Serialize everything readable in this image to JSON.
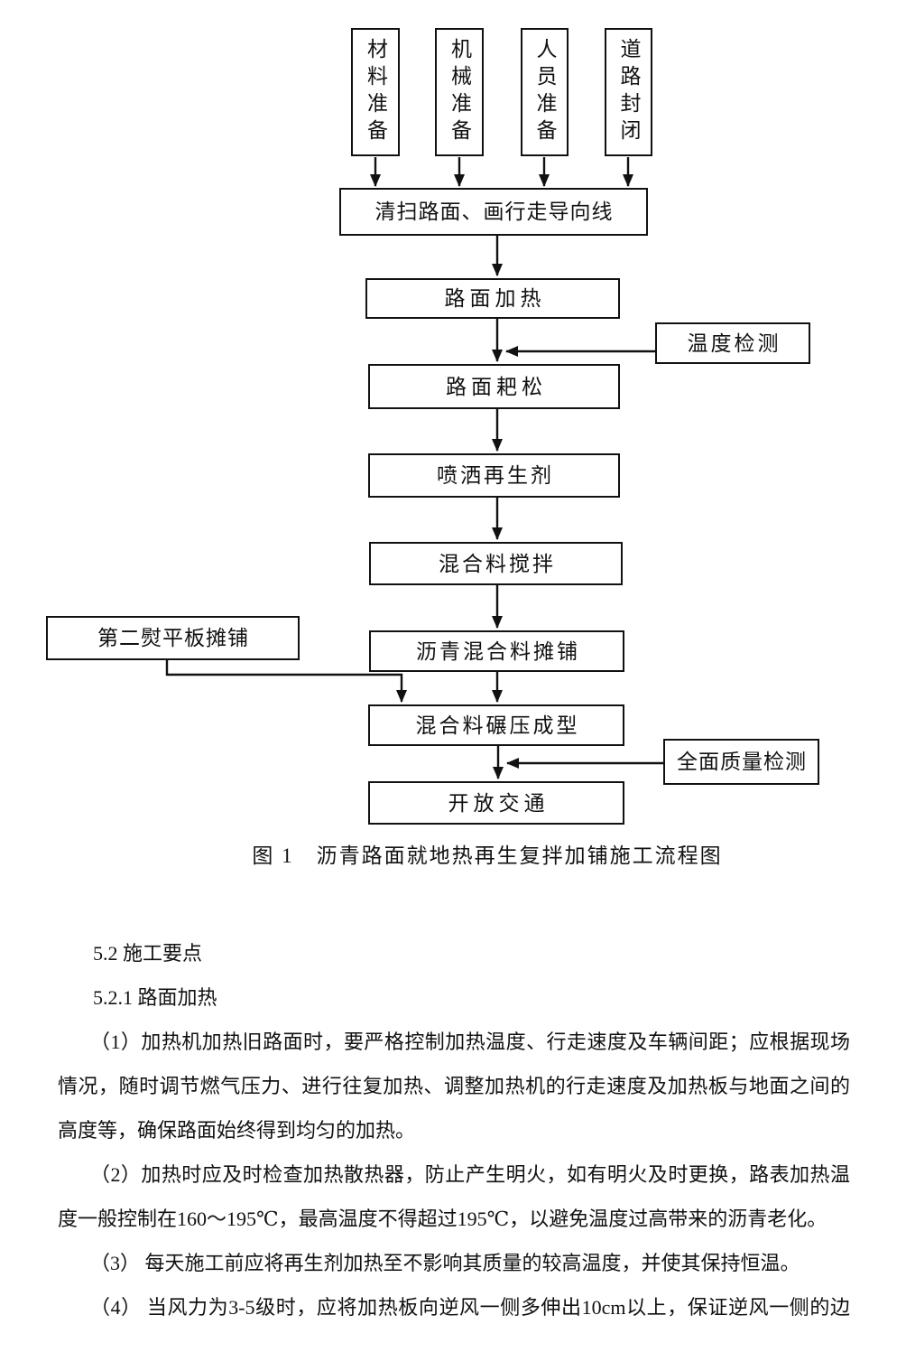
{
  "flowchart": {
    "prep_nodes": [
      "材料准备",
      "机械准备",
      "人员准备",
      "道路封闭"
    ],
    "nodes": {
      "clean": "清扫路面、画行走导向线",
      "heat": "路面加热",
      "temp_check": "温度检测",
      "scarify": "路面耙松",
      "spray": "喷洒再生剂",
      "mix": "混合料搅拌",
      "second_screed": "第二熨平板摊铺",
      "paving": "沥青混合料摊铺",
      "rolling": "混合料碾压成型",
      "quality_check": "全面质量检测",
      "open_traffic": "开放交通"
    },
    "caption": "图 1　沥青路面就地热再生复拌加铺施工流程图"
  },
  "document": {
    "heading1": "5.2 施工要点",
    "heading2": "5.2.1 路面加热",
    "para1_lines": [
      "（1）加热机加热旧路面时，要严格控制加热温度、行走速度及车辆间距；应根据现场",
      "情况，随时调节燃气压力、进行往复加热、调整加热机的行走速度及加热板与地面之间的",
      "高度等，确保路面始终得到均匀的加热。"
    ],
    "para2_lines": [
      "（2）加热时应及时检查加热散热器，防止产生明火，如有明火及时更换，路表加热温",
      "度一般控制在160～195℃，最高温度不得超过195℃，以避免温度过高带来的沥青老化。"
    ],
    "para3_lines": [
      "（3） 每天施工前应将再生剂加热至不影响其质量的较高温度，并使其保持恒温。"
    ],
    "para4_lines": [
      "（4） 当风力为3-5级时，应将加热板向逆风一侧多伸出10cm以上，保证逆风一侧的边"
    ]
  },
  "colors": {
    "background": "#ffffff",
    "line": "#111111",
    "text": "#111111"
  }
}
